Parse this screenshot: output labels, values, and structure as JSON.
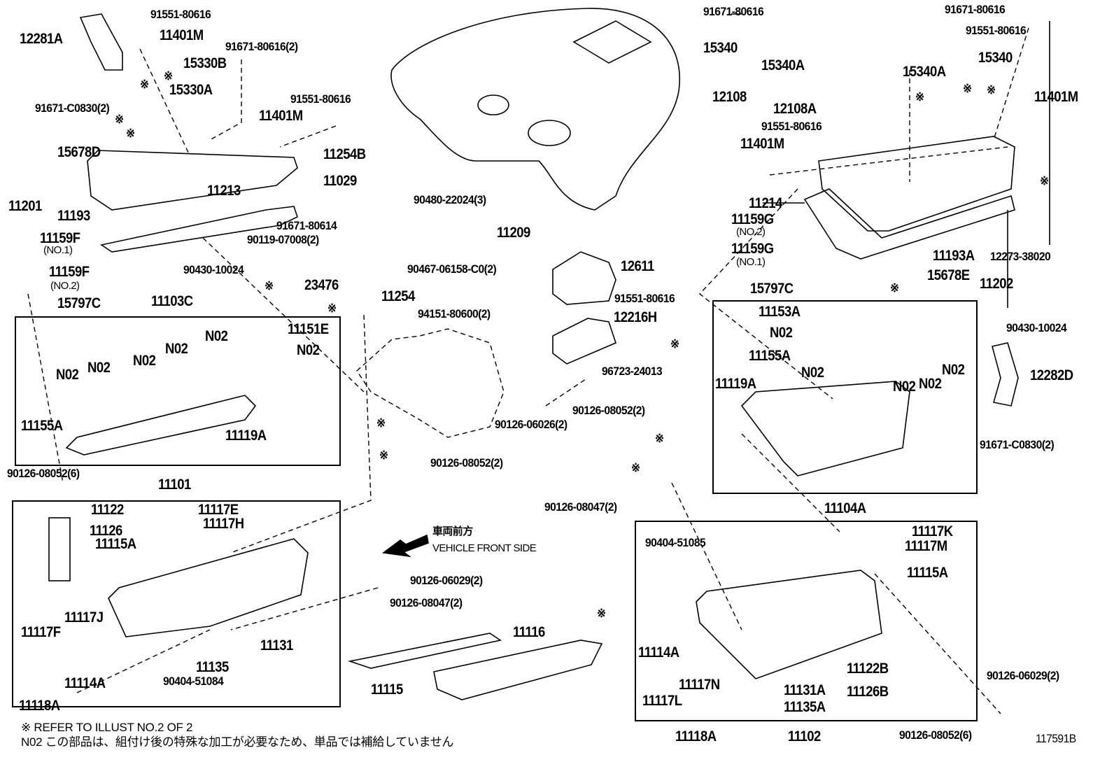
{
  "diagram_id": "117591B",
  "callouts": [
    "91551-80616",
    "11401M",
    "12281A",
    "91671-80616(2)",
    "15330B",
    "15330A",
    "91671-C0830(2)",
    "91551-80616",
    "11401M",
    "15678D",
    "11254B",
    "11029",
    "11213",
    "11201",
    "11193",
    "91671-80614",
    "90119-07008(2)",
    "11159F",
    "(NO.1)",
    "11159F",
    "(NO.2)",
    "15797C",
    "90430-10024",
    "23476",
    "11103C",
    "11151E",
    "N02",
    "N02",
    "N02",
    "N02",
    "N02",
    "N02",
    "11155A",
    "11119A",
    "11254",
    "90467-06158-C0(2)",
    "12611",
    "91551-80616",
    "94151-80600(2)",
    "12216H",
    "96723-24013",
    "90126-06026(2)",
    "90126-08052(2)",
    "90126-08052(2)",
    "90126-08052(6)",
    "11101",
    "11122",
    "11117E",
    "11126",
    "11117H",
    "11115A",
    "90126-08047(2)",
    "90404-51085",
    "11117K",
    "11117M",
    "11115A",
    "90126-06029(2)",
    "90126-08047(2)",
    "11117J",
    "11117F",
    "11116",
    "11131",
    "11135",
    "11114A",
    "90404-51084",
    "11115",
    "11118A",
    "11114A",
    "11117N",
    "11117L",
    "11122B",
    "90126-06029(2)",
    "11126B",
    "11131A",
    "11135A",
    "11118A",
    "11102",
    "90126-08052(6)",
    "91671-80616",
    "91671-80616",
    "91551-80616",
    "15340",
    "15340A",
    "15340",
    "15340A",
    "12108",
    "12108A",
    "91551-80616",
    "11401M",
    "11401M",
    "11214",
    "11159G",
    "(NO.2)",
    "11159G",
    "(NO.1)",
    "15797C",
    "11193A",
    "12273-38020",
    "15678E",
    "11202",
    "11153A",
    "90430-10024",
    "N02",
    "11155A",
    "N02",
    "N02",
    "N02",
    "N02",
    "12282D",
    "11119A",
    "91671-C0830(2)",
    "11104A",
    "90480-22024(3)",
    "11209"
  ],
  "asterisk": "※",
  "vehicle_front": {
    "jp": "車両前方",
    "en": "VEHICLE FRONT SIDE"
  },
  "notes": {
    "refer": "※ REFER TO ILLUST NO.2 OF 2",
    "n02": "N02 この部品は、組付け後の特殊な加工が必要なため、単品では補給していません"
  }
}
